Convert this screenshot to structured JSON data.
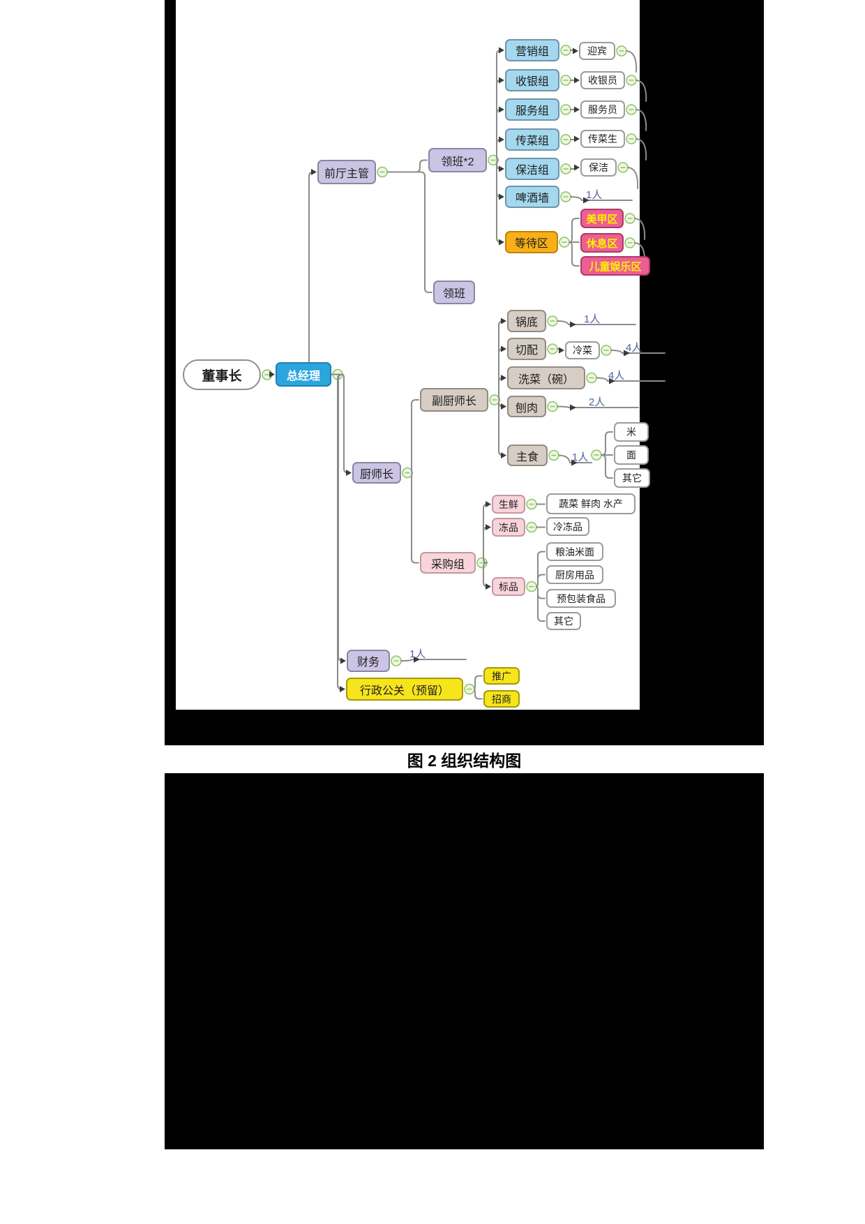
{
  "figure": {
    "caption": "图 2 组织结构图"
  },
  "nodes": {
    "chairman": {
      "label": "董事长"
    },
    "gm": {
      "label": "总经理"
    },
    "front_mgr": {
      "label": "前厅主管"
    },
    "chef": {
      "label": "厨师长"
    },
    "finance": {
      "label": "财务"
    },
    "finance_count": {
      "label": "1人"
    },
    "admin_pr": {
      "label": "行政公关（预留）"
    },
    "foreman2": {
      "label": "领班*2"
    },
    "foreman": {
      "label": "领班"
    },
    "mkt": {
      "label": "营销组"
    },
    "cashier_g": {
      "label": "收银组"
    },
    "service_g": {
      "label": "服务组"
    },
    "runner_g": {
      "label": "传菜组"
    },
    "clean_g": {
      "label": "保洁组"
    },
    "beer": {
      "label": "啤酒墙"
    },
    "beer_count": {
      "label": "1人"
    },
    "wait": {
      "label": "等待区"
    },
    "greeter": {
      "label": "迎宾"
    },
    "cashier": {
      "label": "收银员"
    },
    "waiter": {
      "label": "服务员"
    },
    "runner": {
      "label": "传菜生"
    },
    "cleaner": {
      "label": "保洁"
    },
    "nail": {
      "label": "美甲区"
    },
    "rest": {
      "label": "休息区"
    },
    "kids": {
      "label": "儿童娱乐区"
    },
    "sous": {
      "label": "副厨师长"
    },
    "pot": {
      "label": "锅底"
    },
    "pot_count": {
      "label": "1人"
    },
    "cut": {
      "label": "切配"
    },
    "colddish": {
      "label": "冷菜"
    },
    "cut_count": {
      "label": "4人"
    },
    "wash": {
      "label": "洗菜（碗）"
    },
    "wash_count": {
      "label": "4人"
    },
    "slice": {
      "label": "刨肉"
    },
    "slice_count": {
      "label": "2人"
    },
    "staple": {
      "label": "主食"
    },
    "staple_count": {
      "label": "1人"
    },
    "rice": {
      "label": "米"
    },
    "noodle": {
      "label": "面"
    },
    "staple_other": {
      "label": "其它"
    },
    "purchase": {
      "label": "采购组"
    },
    "fresh": {
      "label": "生鲜"
    },
    "fresh_items": {
      "label": "蔬菜 鲜肉 水产"
    },
    "frozen": {
      "label": "冻品"
    },
    "frozen_items": {
      "label": "冷冻品"
    },
    "standard": {
      "label": "标品"
    },
    "grain": {
      "label": "粮油米面"
    },
    "kitchen_sup": {
      "label": "厨房用品"
    },
    "prepack": {
      "label": "预包装食品"
    },
    "std_other": {
      "label": "其它"
    },
    "promo": {
      "label": "推广"
    },
    "invest": {
      "label": "招商"
    }
  },
  "colors": {
    "lavender": "#CBC4E4",
    "group_blue": "#A3D8EE",
    "manager_blue": "#2CA5DD",
    "kitchen_tan": "#D6CDC4",
    "purchase_pink": "#F8D4DB",
    "zone_pink": "#EC5E94",
    "zone_pink_text": "#FFF000",
    "wait_orange": "#F9AF17",
    "admin_yellow": "#F6E41C",
    "leaf_white": "#FFFFFF",
    "connector_gray": "#8B8B8B",
    "port_green": "#8BC566",
    "count_text": "#4F5FA0",
    "redaction_black": "#000000"
  }
}
